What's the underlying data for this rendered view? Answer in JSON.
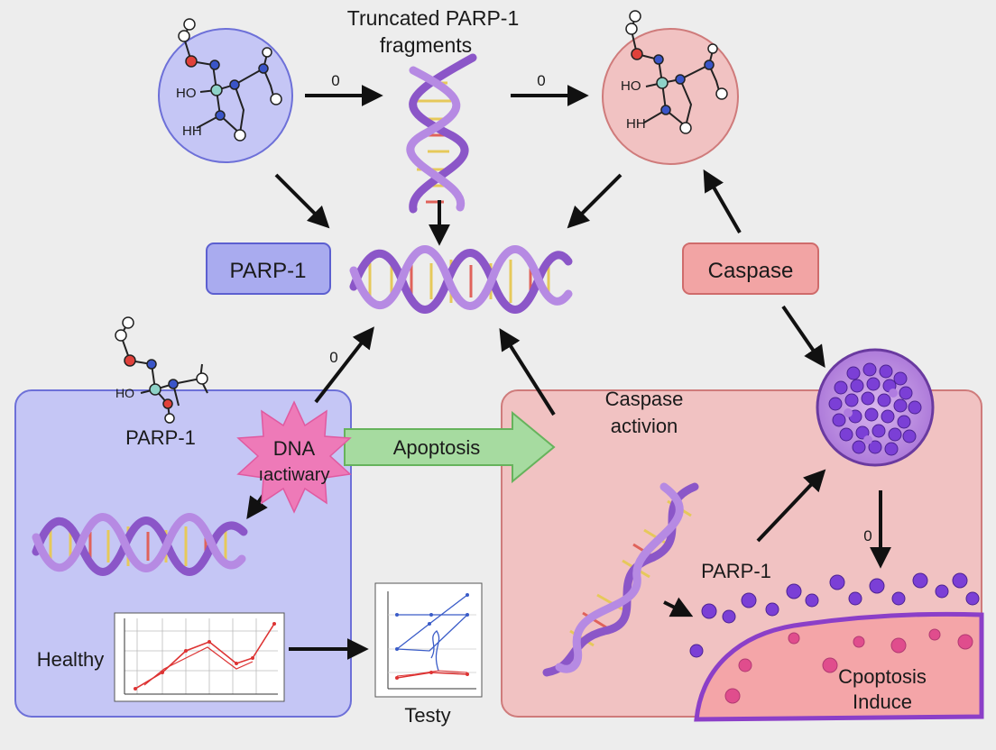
{
  "labels": {
    "truncated_line1": "Truncated PARP-1",
    "truncated_line2": "fragments",
    "arrow_zero_1": "0",
    "arrow_zero_2": "0",
    "arrow_zero_3": "0",
    "arrow_zero_4": "0",
    "parp_box": "PARP-1",
    "caspase_box": "Caspase",
    "parp_left_panel": "PARP-1",
    "dna_burst_line1": "DNA",
    "dna_burst_line2": "ıactiwary",
    "apoptosis_arrow": "Apoptosis",
    "caspase_activation_line1": "Caspase",
    "caspase_activation_line2": "activion",
    "healthy": "Healthy",
    "testy": "Testy",
    "parp_right_panel": "PARP-1",
    "cpoptosis_line1": "Cpoptosis",
    "cpoptosis_line2": "Induce",
    "atom_ho_1": "HO",
    "atom_hh_1": "HH",
    "atom_ho_2": "HO",
    "atom_hh_2": "HH",
    "atom_ho_3": "HO"
  },
  "colors": {
    "blue_panel": "#c5c6f5",
    "pink_panel": "#f1c2c2",
    "purple_dna": "#8b56c8",
    "green_arrow": "#a6dba0",
    "burst": "#ee7ab8"
  }
}
